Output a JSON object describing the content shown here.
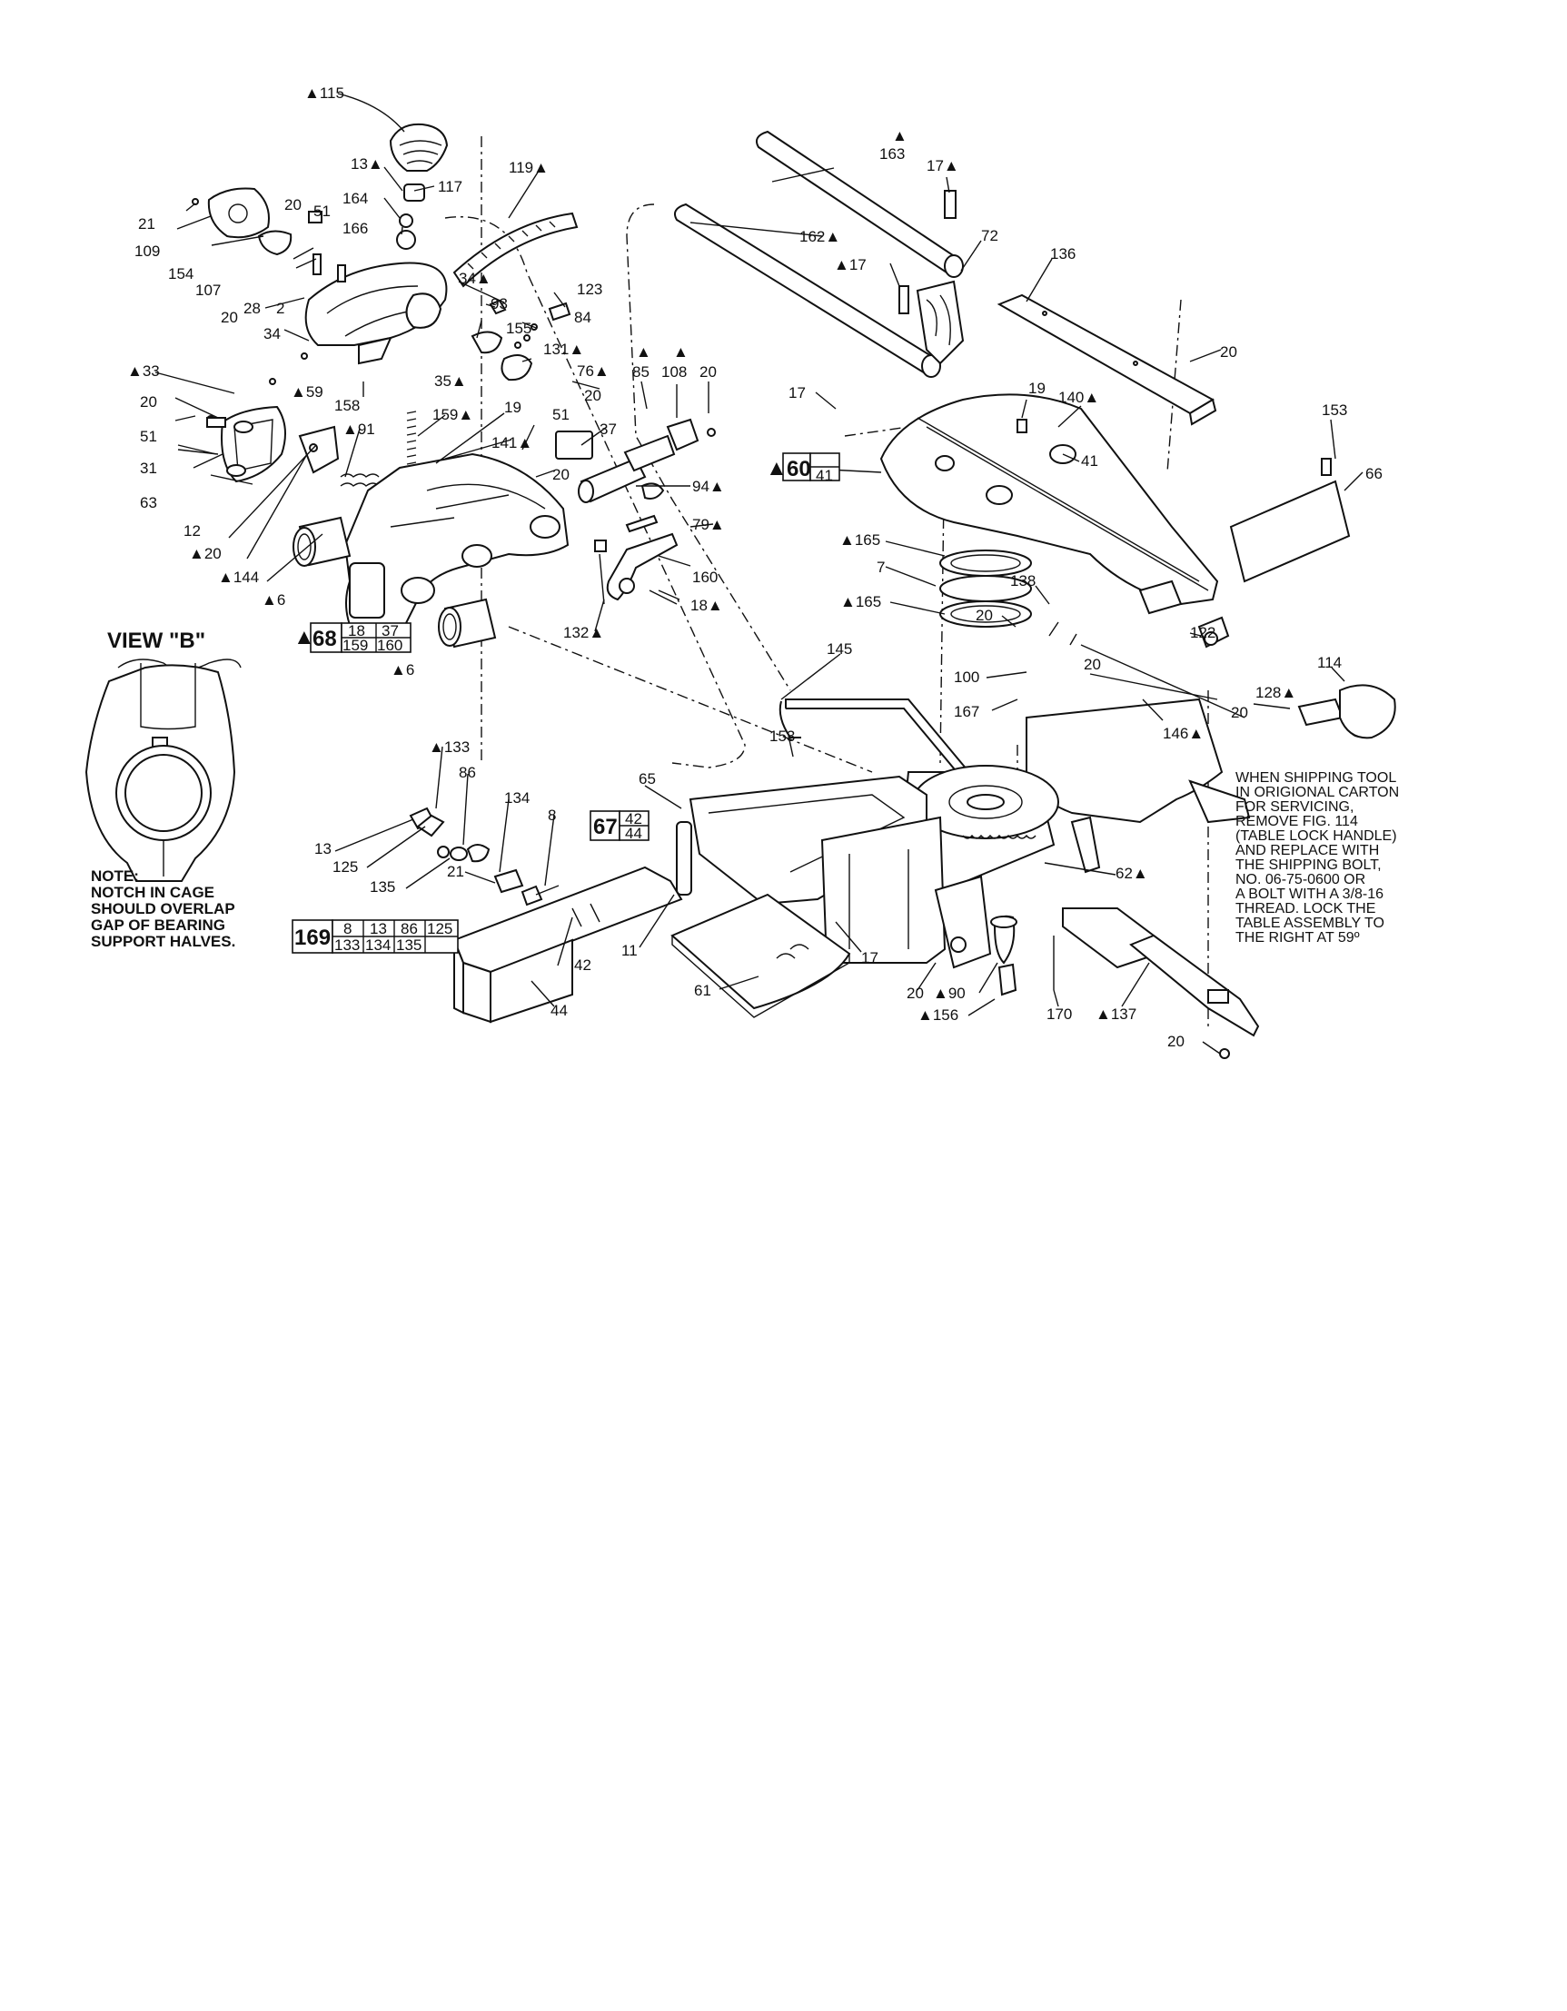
{
  "callouts": [
    "▲115",
    "13▲",
    "117",
    "119▲",
    "164",
    "166",
    "21",
    "109",
    "20",
    "51",
    "154",
    "107",
    "28",
    "2",
    "34▲",
    "93",
    "123",
    "84",
    "20",
    "34",
    "155",
    "131▲",
    "▲59",
    "35▲",
    "76▲",
    "20",
    "158",
    "▲33",
    "20",
    "51",
    "31",
    "63",
    "▲91",
    "159▲",
    "19",
    "141▲",
    "51",
    "37",
    "20",
    "12",
    "▲20",
    "▲144",
    "▲6",
    "94▲",
    "79▲",
    "160",
    "132▲",
    "18▲",
    "▲6",
    "▲",
    "163",
    "17▲",
    "▲17",
    "162▲",
    "72",
    "136",
    "20",
    "▲",
    "85",
    "▲",
    "108",
    "20",
    "17",
    "19",
    "140▲",
    "41",
    "153",
    "66",
    "▲165",
    "7",
    "▲165",
    "138",
    "20",
    "122",
    "100",
    "20",
    "167",
    "145",
    "128▲",
    "20",
    "114",
    "146▲",
    "153",
    "65",
    "62▲",
    "11",
    "17",
    "61",
    "20",
    "▲90",
    "▲156",
    "170",
    "▲137",
    "20",
    "▲133",
    "86",
    "134",
    "13",
    "8",
    "125",
    "135",
    "21",
    "42",
    "44"
  ],
  "kits": {
    "kit60": {
      "marker": "▲",
      "number": "60",
      "parts": [
        "41"
      ]
    },
    "kit68": {
      "marker": "▲",
      "number": "68",
      "parts_top": [
        "18",
        "37"
      ],
      "parts_bottom": [
        "159",
        "160"
      ]
    },
    "kit67": {
      "number": "67",
      "parts_top": [
        "42"
      ],
      "parts_bottom": [
        "44"
      ]
    },
    "kit169": {
      "number": "169",
      "parts_top": [
        "8",
        "13",
        "86",
        "125"
      ],
      "parts_bottom": [
        "133",
        "134",
        "135"
      ]
    }
  },
  "view_b": {
    "title": "VIEW \"B\"",
    "note_lines": [
      "NOTE:",
      "NOTCH IN CAGE",
      "SHOULD OVERLAP",
      "GAP OF BEARING",
      "SUPPORT HALVES."
    ]
  },
  "shipping_note_lines": [
    "WHEN SHIPPING TOOL",
    "IN ORIGIONAL CARTON",
    "FOR SERVICING,",
    "REMOVE FIG. 114",
    "(TABLE LOCK HANDLE)",
    "AND REPLACE WITH",
    "THE SHIPPING BOLT,",
    "NO. 06-75-0600 OR",
    "A BOLT WITH A 3/8-16",
    "THREAD. LOCK THE",
    "TABLE ASSEMBLY TO",
    "THE RIGHT AT 59º"
  ]
}
